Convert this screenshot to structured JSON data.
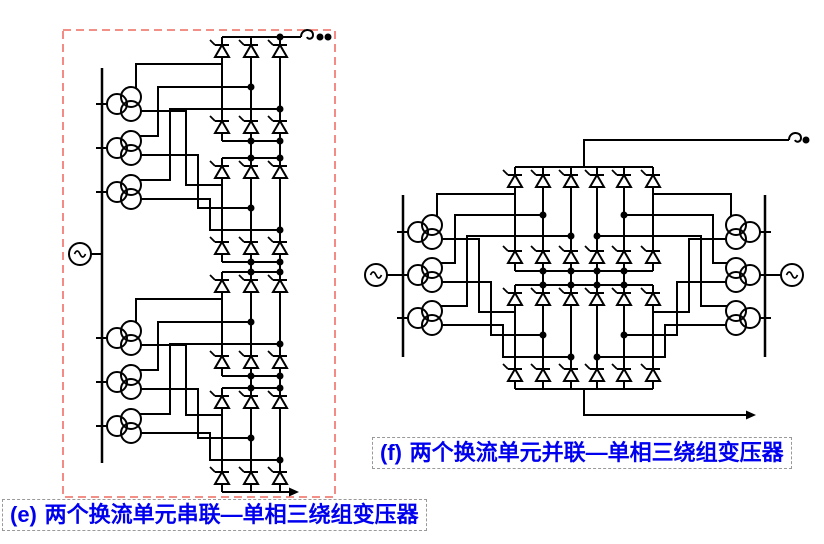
{
  "figure": {
    "type": "hvdc-converter-unit-configuration-diagrams",
    "diagrams": [
      {
        "id": "e",
        "caption_label": "(e)",
        "caption_text": "两个换流单元串联—单相三绕组变压器",
        "connection": "series",
        "highlighted_with_dashed_red_box": true,
        "components": {
          "ac_sources": 1,
          "three_winding_transformers": 6,
          "six_pulse_bridges": 4,
          "thyristors": 24,
          "smoothing_reactors": 1,
          "dc_line_arrows": 1
        }
      },
      {
        "id": "f",
        "caption_label": "(f)",
        "caption_text": "两个换流单元并联—单相三绕组变压器",
        "connection": "parallel",
        "highlighted_with_dashed_red_box": false,
        "components": {
          "ac_sources": 2,
          "three_winding_transformers": 6,
          "six_pulse_bridges": 4,
          "thyristors": 24,
          "smoothing_reactors": 1,
          "dc_line_arrows": 1
        }
      }
    ],
    "colors": {
      "caption_text": "#0000ee",
      "caption_border": "#999999",
      "highlight_box": "#f08078",
      "wire": "#000000",
      "background": "#ffffff"
    }
  }
}
